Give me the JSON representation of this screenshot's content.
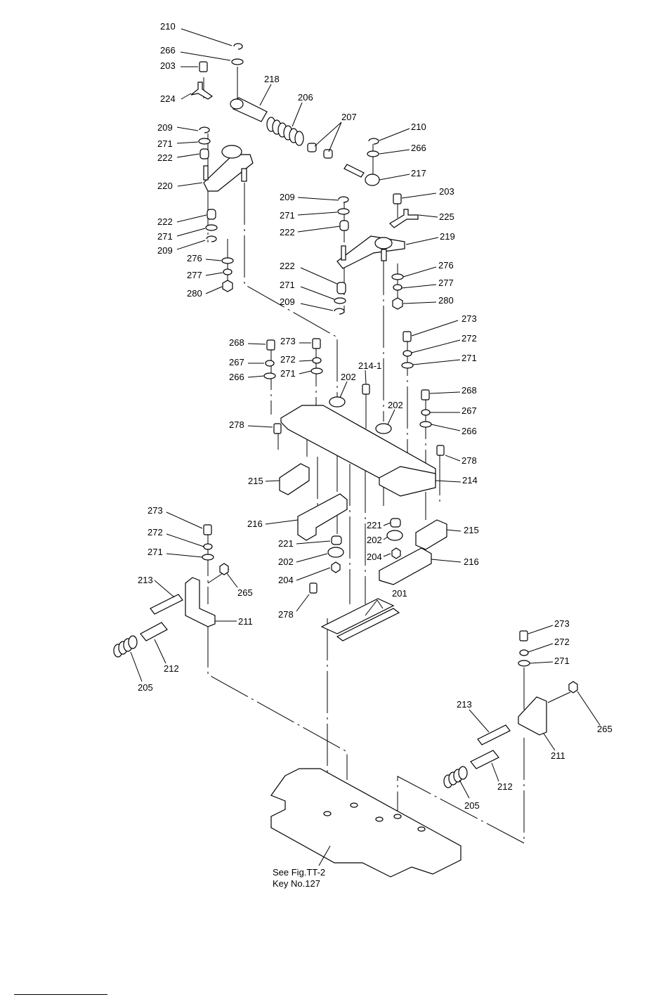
{
  "reference": {
    "line1": "See Fig.TT-2",
    "line2": "Key No.127"
  },
  "callouts": {
    "c210a": "210",
    "c266a": "266",
    "c203a": "203",
    "c224": "224",
    "c218": "218",
    "c206": "206",
    "c207": "207",
    "c209a": "209",
    "c271a": "271",
    "c222a": "222",
    "c220": "220",
    "c222b": "222",
    "c271b": "271",
    "c209b": "209",
    "c276a": "276",
    "c277a": "277",
    "c280a": "280",
    "c210b": "210",
    "c266b": "266",
    "c217": "217",
    "c203b": "203",
    "c209c": "209",
    "c225": "225",
    "c271c": "271",
    "c222c": "222",
    "c219": "219",
    "c276b": "276",
    "c222d": "222",
    "c277b": "277",
    "c271d": "271",
    "c280b": "280",
    "c209d": "209",
    "c273a": "273",
    "c268a": "268",
    "c273b": "273",
    "c272a": "272",
    "c267a": "267",
    "c272b": "272",
    "c271e": "271",
    "c214_1": "214-1",
    "c271f": "271",
    "c266c": "266",
    "c202a": "202",
    "c268b": "268",
    "c202b": "202",
    "c267b": "267",
    "c278a": "278",
    "c266d": "266",
    "c278b": "278",
    "c215a": "215",
    "c214": "214",
    "c273c": "273",
    "c216a": "216",
    "c221a": "221",
    "c215b": "215",
    "c272c": "272",
    "c202c": "202",
    "c221b": "221",
    "c271g": "271",
    "c204a": "204",
    "c216b": "216",
    "c202d": "202",
    "c213a": "213",
    "c204b": "204",
    "c265a": "265",
    "c201": "201",
    "c278c": "278",
    "c211a": "211",
    "c212a": "212",
    "c205a": "205",
    "c273d": "273",
    "c272d": "272",
    "c271h": "271",
    "c213b": "213",
    "c265b": "265",
    "c211b": "211",
    "c212b": "212",
    "c205b": "205"
  }
}
